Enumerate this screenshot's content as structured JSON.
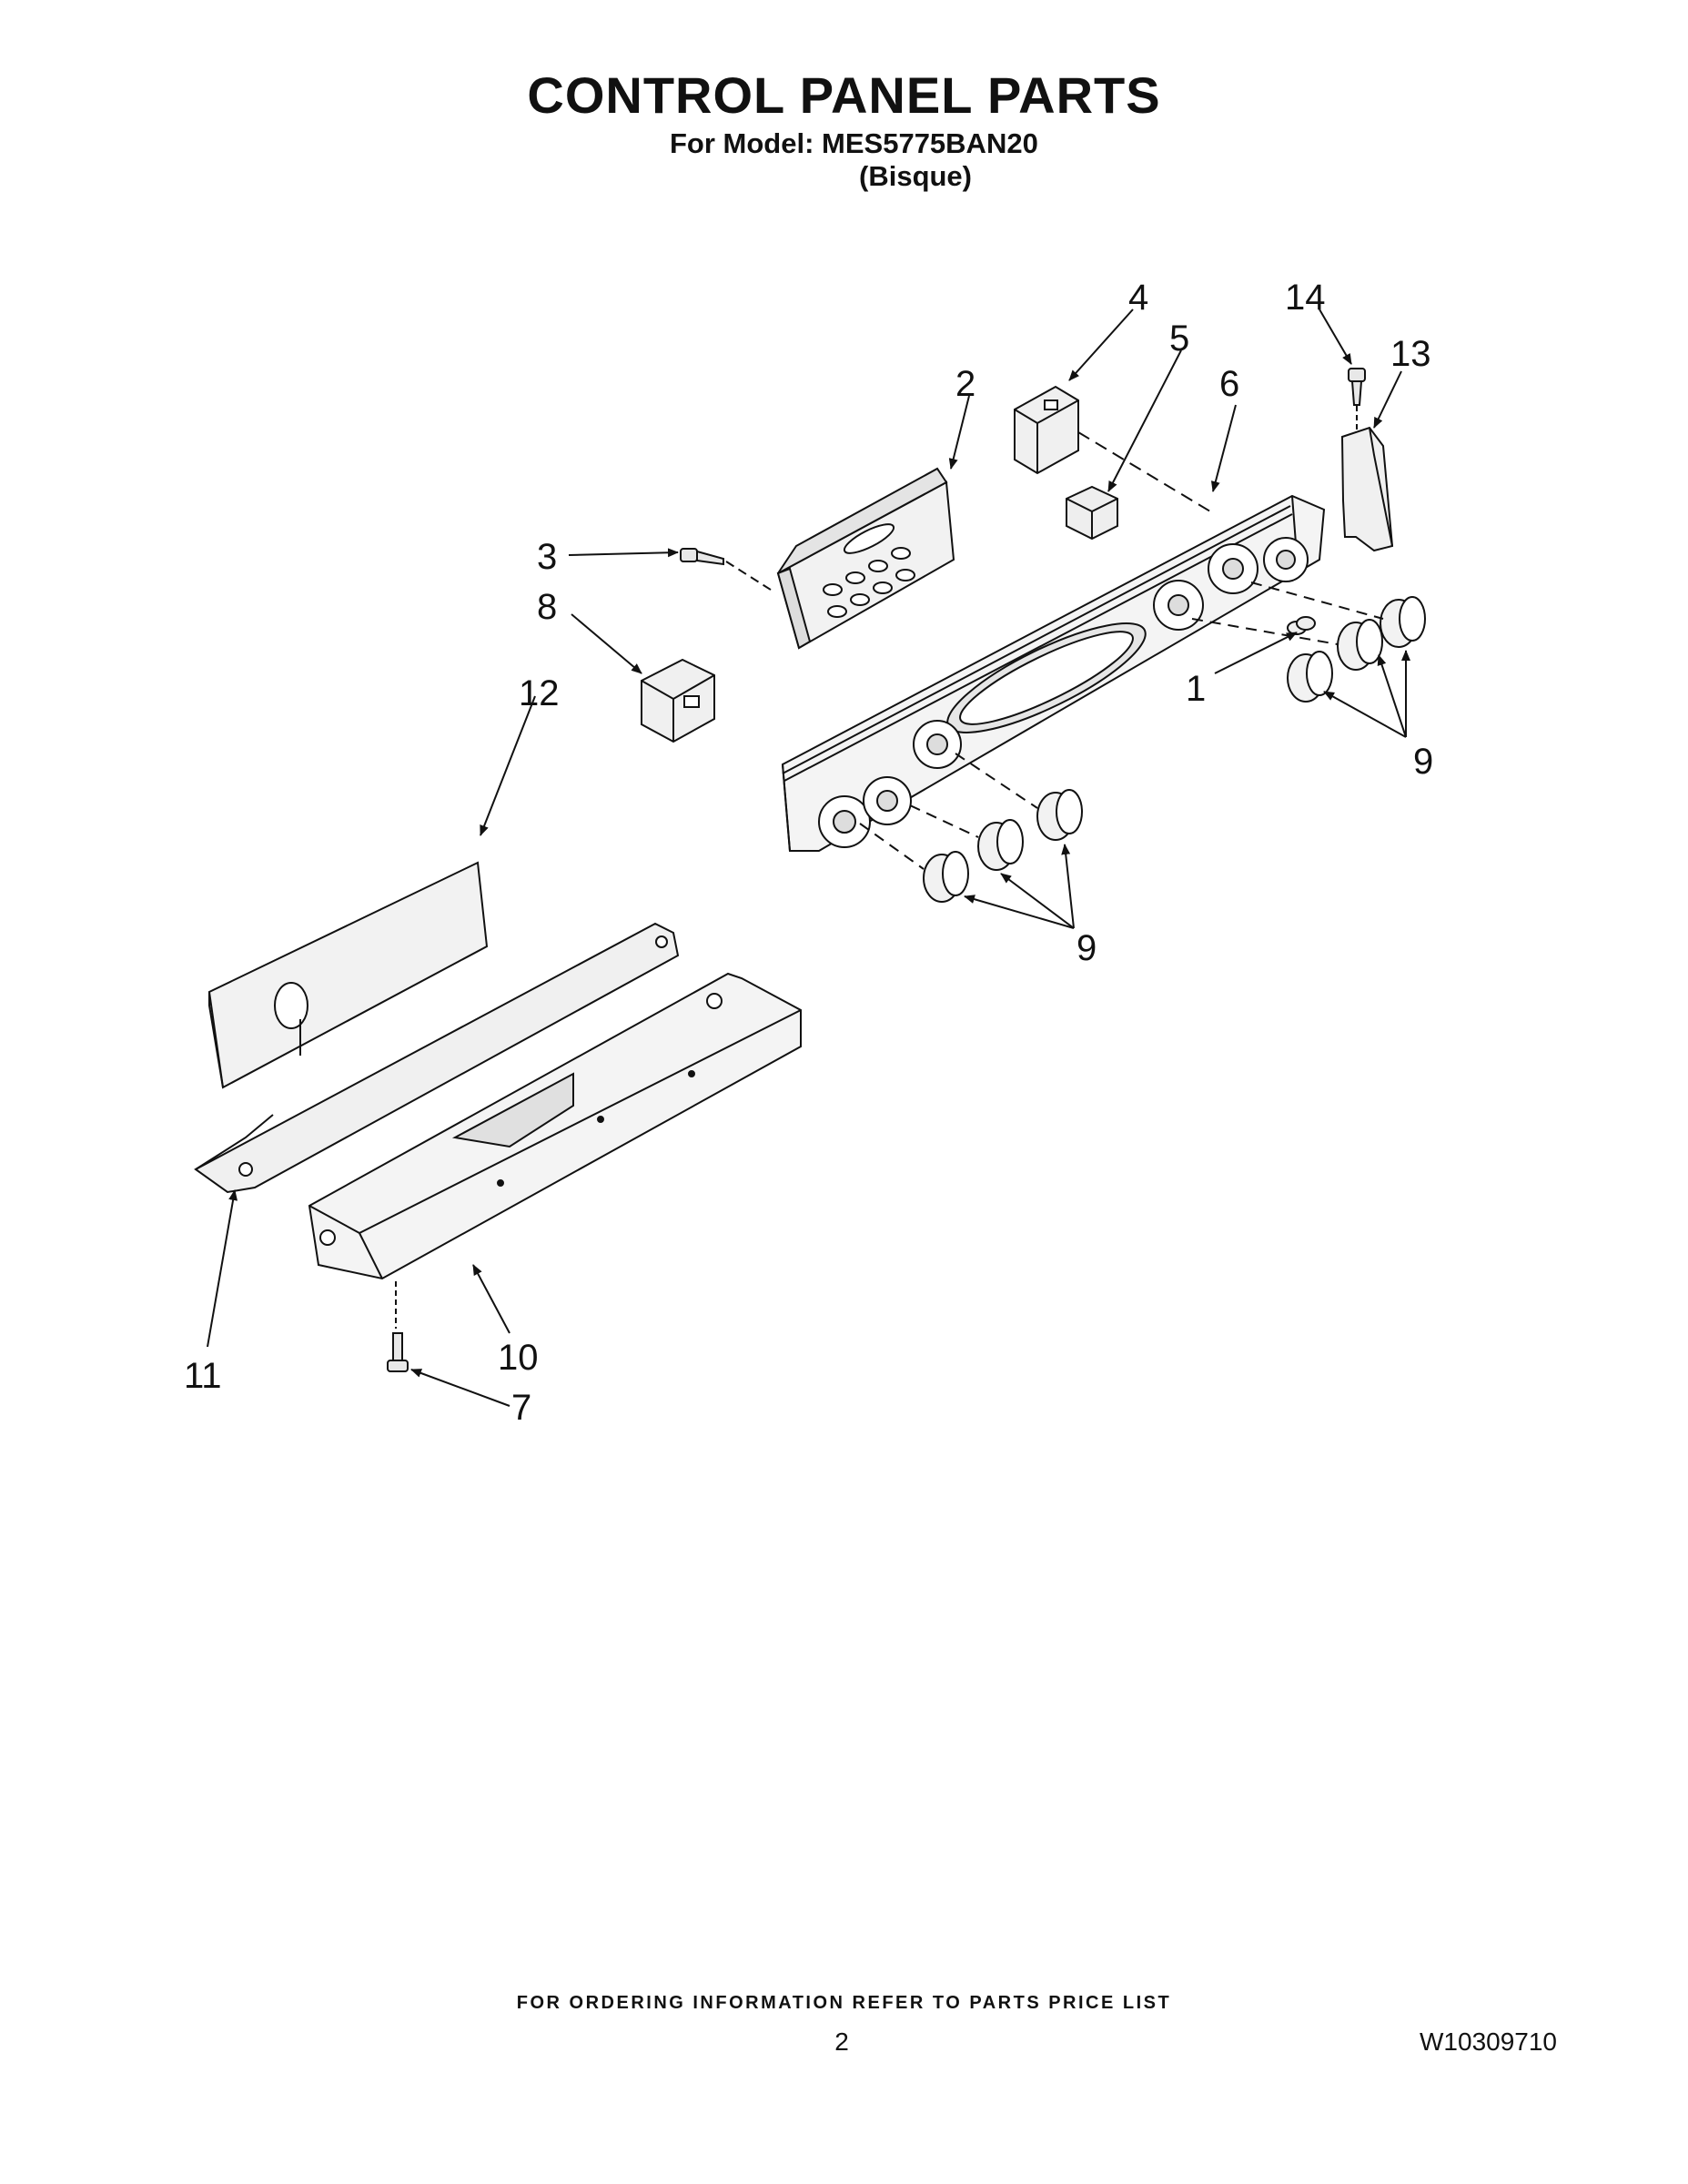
{
  "document": {
    "title": "CONTROL PANEL PARTS",
    "model_line": "For Model: MES5775BAN20",
    "variant_line": "(Bisque)",
    "footer_note": "FOR ORDERING INFORMATION REFER TO PARTS PRICE LIST",
    "page_number": "2",
    "document_number": "W10309710"
  },
  "callouts": {
    "c1": "1",
    "c2": "2",
    "c3": "3",
    "c4": "4",
    "c5": "5",
    "c6": "6",
    "c7": "7",
    "c8": "8",
    "c9a": "9",
    "c9b": "9",
    "c10": "10",
    "c11": "11",
    "c12": "12",
    "c13": "13",
    "c14": "14"
  },
  "colors": {
    "ink": "#111111",
    "background": "#ffffff",
    "part_fill": "#f2f2f2",
    "shadow": "#d8d8d8"
  }
}
